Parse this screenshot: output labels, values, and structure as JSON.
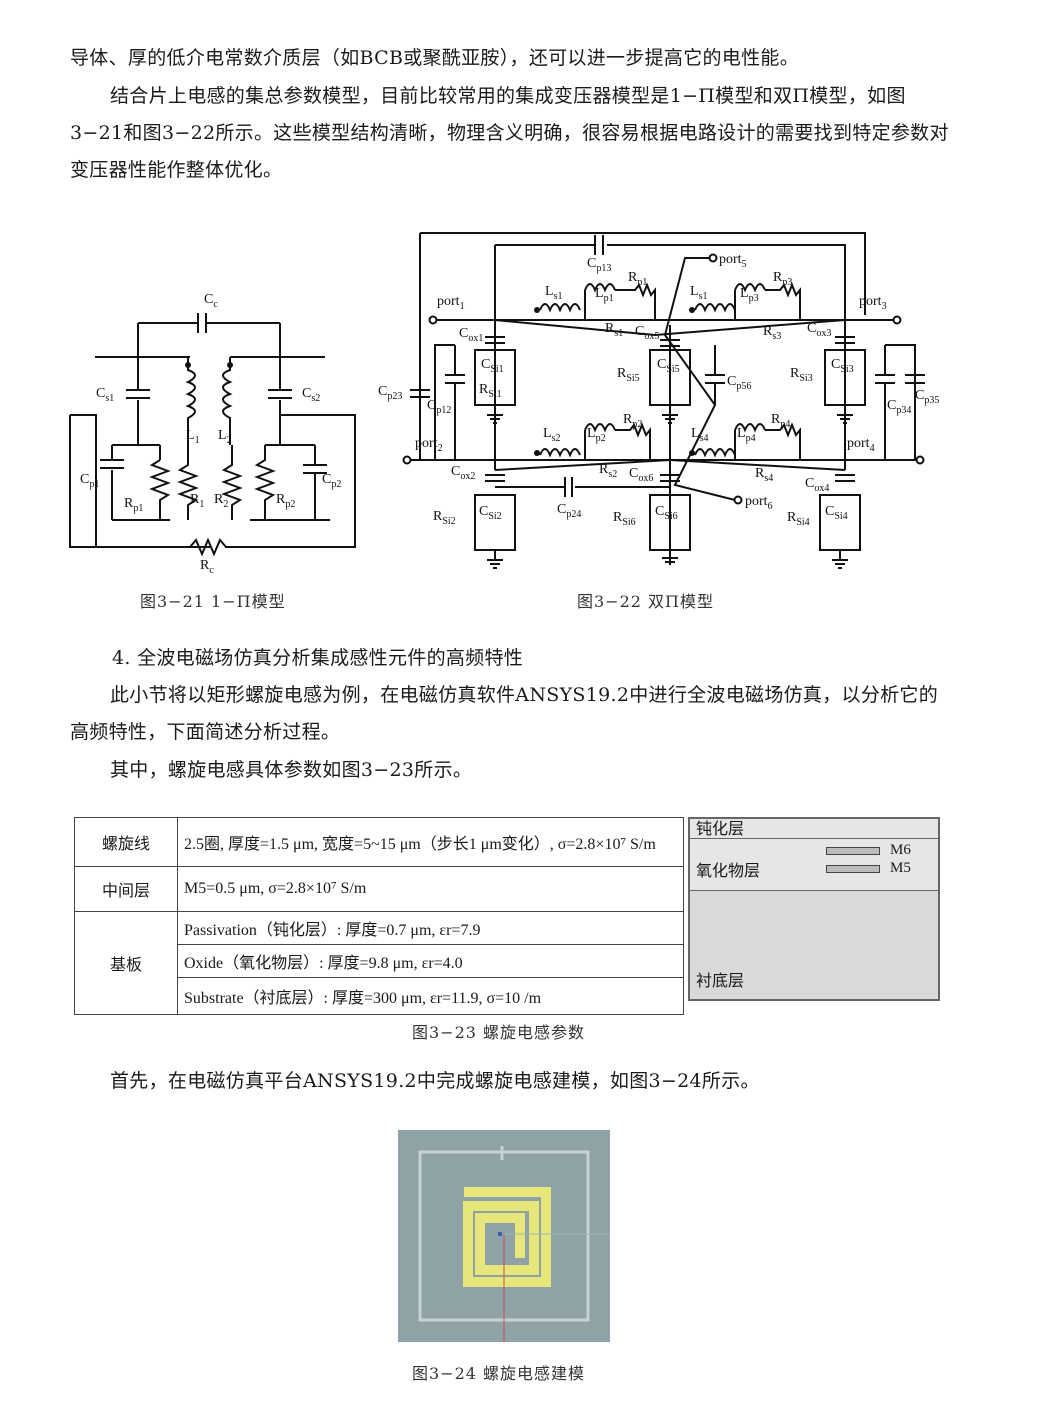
{
  "paragraphs": {
    "p1": "导体、厚的低介电常数介质层（如BCB或聚酰亚胺），还可以进一步提高它的电性能。",
    "p2": "结合片上电感的集总参数模型，目前比较常用的集成变压器模型是1−Π模型和双Π模型，如图3−21和图3−22所示。这些模型结构清晰，物理含义明确，很容易根据电路设计的需要找到特定参数对变压器性能作整体优化。",
    "p3": "4.  全波电磁场仿真分析集成感性元件的高频特性",
    "p4": "此小节将以矩形螺旋电感为例，在电磁仿真软件ANSYS19.2中进行全波电磁场仿真，以分析它的高频特性，下面简述分析过程。",
    "p5": "其中，螺旋电感具体参数如图3−23所示。",
    "p6": "首先，在电磁仿真平台ANSYS19.2中完成螺旋电感建模，如图3−24所示。"
  },
  "captions": {
    "fig21": "图3−21  1−Π模型",
    "fig22": "图3−22  双Π模型",
    "fig23": "图3−23  螺旋电感参数",
    "fig24": "图3−24  螺旋电感建模"
  },
  "fig21_labels": {
    "Cc": "C",
    "Cc_sub": "c",
    "Cs1": "C",
    "Cs1_sub": "s1",
    "Cs2": "C",
    "Cs2_sub": "s2",
    "L1": "L",
    "L1_sub": "1",
    "L2": "L",
    "L2_sub": "2",
    "Cp1": "C",
    "Cp1_sub": "p1",
    "Rp1": "R",
    "Rp1_sub": "p1",
    "R1": "R",
    "R1_sub": "1",
    "R2": "R",
    "R2_sub": "2",
    "Rp2": "R",
    "Rp2_sub": "p2",
    "Cp2": "C",
    "Cp2_sub": "p2",
    "Rc": "R",
    "Rc_sub": "c"
  },
  "fig22_labels": {
    "port1": "port",
    "port1_sub": "1",
    "port2": "port",
    "port2_sub": "2",
    "port3": "port",
    "port3_sub": "3",
    "port4": "port",
    "port4_sub": "4",
    "port5": "port",
    "port5_sub": "5",
    "port6": "port",
    "port6_sub": "6",
    "Cp13": "C",
    "Cp13_sub": "p13",
    "Ls1": "L",
    "Ls1_sub": "s1",
    "Lp1": "L",
    "Lp1_sub": "p1",
    "Rp1": "R",
    "Rp1_sub": "p1",
    "Lp3": "L",
    "Lp3_sub": "p3",
    "Rp3": "R",
    "Rp3_sub": "p3",
    "Rs1": "R",
    "Rs1_sub": "s1",
    "Cox5": "C",
    "Cox5_sub": "ox5",
    "Rs3": "R",
    "Rs3_sub": "s3",
    "Cox3": "C",
    "Cox3_sub": "ox3",
    "Cox1": "C",
    "Cox1_sub": "ox1",
    "CSi1": "C",
    "CSi1_sub": "Si1",
    "RSi1": "R",
    "RSi1_sub": "Si1",
    "RSi5": "R",
    "RSi5_sub": "Si5",
    "CSi5": "C",
    "CSi5_sub": "Si5",
    "Cp56": "C",
    "Cp56_sub": "p56",
    "RSi3": "R",
    "RSi3_sub": "Si3",
    "CSi3": "C",
    "CSi3_sub": "Si3",
    "Cp23": "C",
    "Cp23_sub": "p23",
    "Cp12": "C",
    "Cp12_sub": "p12",
    "Cp34": "C",
    "Cp34_sub": "p34",
    "Cp35": "C",
    "Cp35_sub": "p35",
    "Ls2": "L",
    "Ls2_sub": "s2",
    "Lp2": "L",
    "Lp2_sub": "p2",
    "Rp2": "R",
    "Rp2_sub": "p2",
    "Ls4": "L",
    "Ls4_sub": "s4",
    "Lp4": "L",
    "Lp4_sub": "p4",
    "Rp4": "R",
    "Rp4_sub": "p4",
    "Rs2": "R",
    "Rs2_sub": "s2",
    "Cox6": "C",
    "Cox6_sub": "ox6",
    "Rs4": "R",
    "Rs4_sub": "s4",
    "Cox2": "C",
    "Cox2_sub": "ox2",
    "Cox4": "C",
    "Cox4_sub": "ox4",
    "RSi2": "R",
    "RSi2_sub": "Si2",
    "CSi2": "C",
    "CSi2_sub": "Si2",
    "Cp24": "C",
    "Cp24_sub": "p24",
    "RSi6": "R",
    "RSi6_sub": "Si6",
    "CSi6": "C",
    "CSi6_sub": "Si6",
    "RSi4": "R",
    "RSi4_sub": "Si4",
    "CSi4": "C",
    "CSi4_sub": "Si4"
  },
  "param_table": {
    "row1": {
      "head": "螺旋线",
      "value": "2.5圈, 厚度=1.5 μm, 宽度=5~15 μm（步长1 μm变化）, σ=2.8×10⁷ S/m"
    },
    "row2": {
      "head": "中间层",
      "value": "M5=0.5 μm, σ=2.8×10⁷ S/m"
    },
    "row3": {
      "head": "基板",
      "values": [
        "Passivation（钝化层）: 厚度=0.7 μm, εr=7.9",
        "Oxide（氧化物层）: 厚度=9.8 μm, εr=4.0",
        "Substrate（衬底层）: 厚度=300 μm, εr=11.9, σ=10 /m"
      ]
    }
  },
  "layer_stack": {
    "passivation": "钝化层",
    "oxide": "氧化物层",
    "substrate": "衬底层",
    "m6": "M6",
    "m5": "M5"
  },
  "colors": {
    "model_bg": "#8fa3a6",
    "coil": "#e6e67a",
    "stack_bg": "#d9d9d9"
  }
}
